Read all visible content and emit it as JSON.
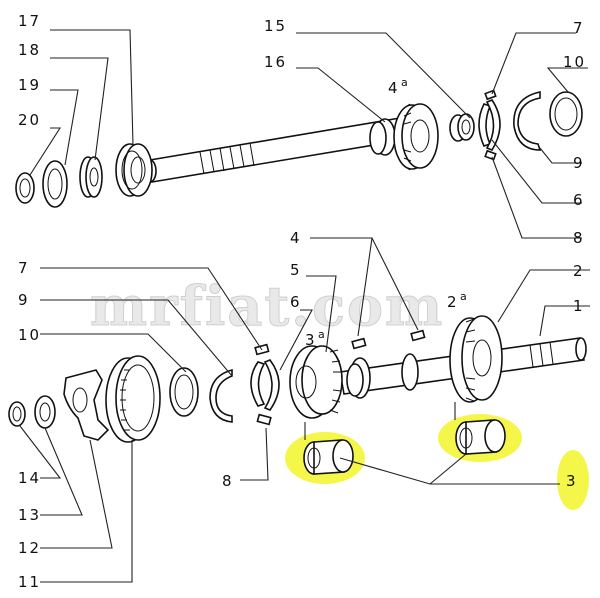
{
  "watermark": "mrfiat.com",
  "top_assembly": {
    "labels": {
      "l17": "17",
      "l18": "18",
      "l19": "19",
      "l20": "20",
      "l15": "15",
      "l16": "16",
      "l4a_num": "4",
      "l4a_sup": "a",
      "l7": "7",
      "l10": "10",
      "l9": "9",
      "l6": "6",
      "l8": "8"
    }
  },
  "bottom_assembly": {
    "labels": {
      "l4": "4",
      "l5": "5",
      "l6": "6",
      "l7": "7",
      "l9": "9",
      "l10": "10",
      "l8": "8",
      "l2": "2",
      "l1": "1",
      "l2a_num": "2",
      "l2a_sup": "a",
      "l3a_num": "3",
      "l3a_sup": "a",
      "l3": "3",
      "l14": "14",
      "l13": "13",
      "l12": "12",
      "l11": "11"
    }
  },
  "colors": {
    "highlight": "#f3f52a",
    "ink": "#111111"
  }
}
